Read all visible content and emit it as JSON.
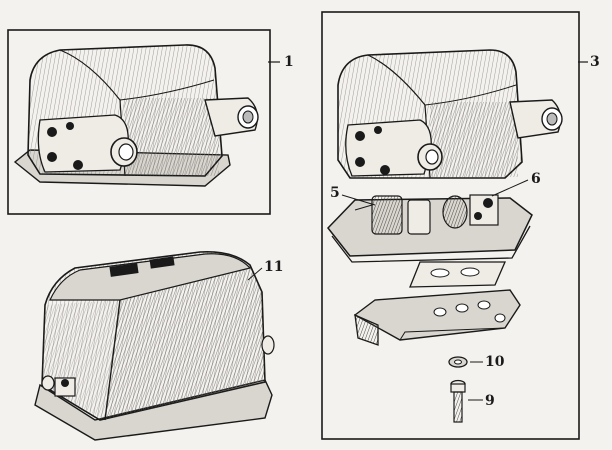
{
  "callouts": {
    "c1": "1",
    "c3": "3",
    "c5": "5",
    "c6": "6",
    "c9": "9",
    "c10": "10",
    "c11": "11"
  },
  "colors": {
    "ink": "#1a1a1a",
    "paper": "#f4f2ee",
    "shade": "#8a8682",
    "light": "#d9d6d0"
  }
}
